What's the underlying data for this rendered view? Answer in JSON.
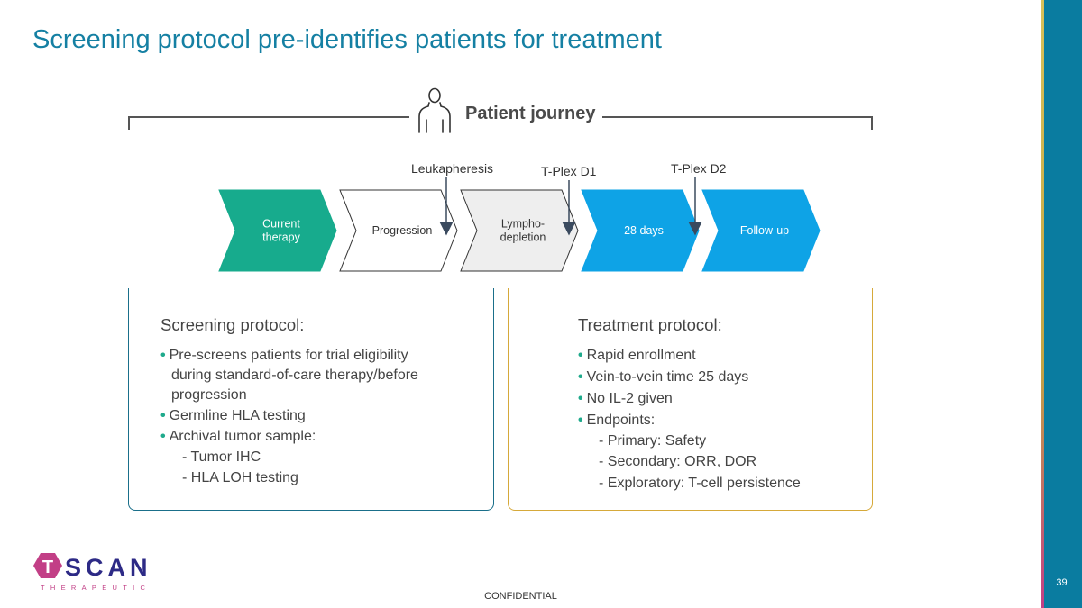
{
  "title": "Screening protocol pre-identifies patients for treatment",
  "journey": {
    "label": "Patient journey"
  },
  "flow": {
    "steps": [
      {
        "label_lines": [
          "Current",
          "therapy"
        ],
        "fill": "#17ab8d",
        "text_color": "#ffffff"
      },
      {
        "label_lines": [
          "Progression"
        ],
        "fill": "#ffffff",
        "text_color": "#333333"
      },
      {
        "label_lines": [
          "Lympho-",
          "depletion"
        ],
        "fill": "#eeeeee",
        "text_color": "#333333"
      },
      {
        "label_lines": [
          "28 days"
        ],
        "fill": "#0ea3e6",
        "text_color": "#ffffff"
      },
      {
        "label_lines": [
          "Follow-up"
        ],
        "fill": "#0ea3e6",
        "text_color": "#ffffff"
      }
    ],
    "markers": [
      "Leukapheresis",
      "T-Plex D1",
      "T-Plex D2"
    ]
  },
  "screening": {
    "title": "Screening protocol:",
    "bullets": [
      "Pre-screens patients for trial eligibility",
      "during standard-of-care therapy/before",
      "progression",
      "Germline HLA testing",
      "Archival tumor sample:"
    ],
    "subitems": [
      "- Tumor IHC",
      "- HLA LOH testing"
    ]
  },
  "treatment": {
    "title": "Treatment protocol:",
    "bullets": [
      "Rapid enrollment",
      "Vein-to-vein time 25 days",
      "No IL-2 given",
      "Endpoints:"
    ],
    "subitems": [
      "- Primary: Safety",
      "- Secondary: ORR, DOR",
      "- Exploratory: T-cell persistence"
    ]
  },
  "logo": {
    "brand": "SCAN",
    "tagline": "THERAPEUTICS",
    "mark_letter": "T"
  },
  "page_number": "39",
  "footer": "CONFIDENTIAL",
  "colors": {
    "title": "#1580a3",
    "teal": "#17ab8d",
    "blue": "#0ea3e6",
    "sidebar": "#0a7ca0",
    "gold": "#d6a93a",
    "navy": "#2d2a86",
    "magenta": "#c23f86"
  }
}
